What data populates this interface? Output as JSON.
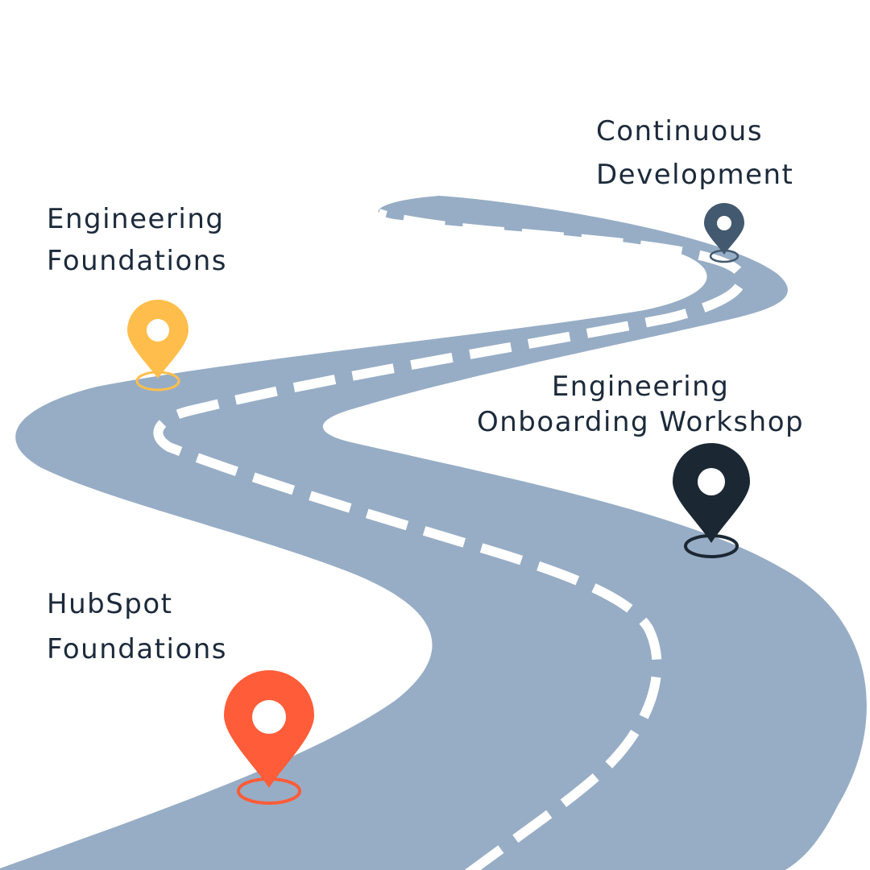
{
  "colors": {
    "road": "#97adc5",
    "lane_marking": "#ffffff",
    "text": "#1c2a3a"
  },
  "milestones": [
    {
      "id": "hubspot-foundations",
      "lines": [
        "HubSpot",
        "Foundations"
      ],
      "pin_color": "#ff5c39",
      "icon": "location-pin-icon"
    },
    {
      "id": "engineering-foundations",
      "lines": [
        "Engineering",
        "Foundations"
      ],
      "pin_color": "#ffbe4c",
      "icon": "location-pin-icon"
    },
    {
      "id": "onboarding-workshop",
      "lines": [
        "Engineering",
        "Onboarding Workshop"
      ],
      "pin_color": "#1b2834",
      "icon": "location-pin-icon"
    },
    {
      "id": "continuous-development",
      "lines": [
        "Continuous",
        "Development"
      ],
      "pin_color": "#43596f",
      "icon": "location-pin-icon"
    }
  ]
}
